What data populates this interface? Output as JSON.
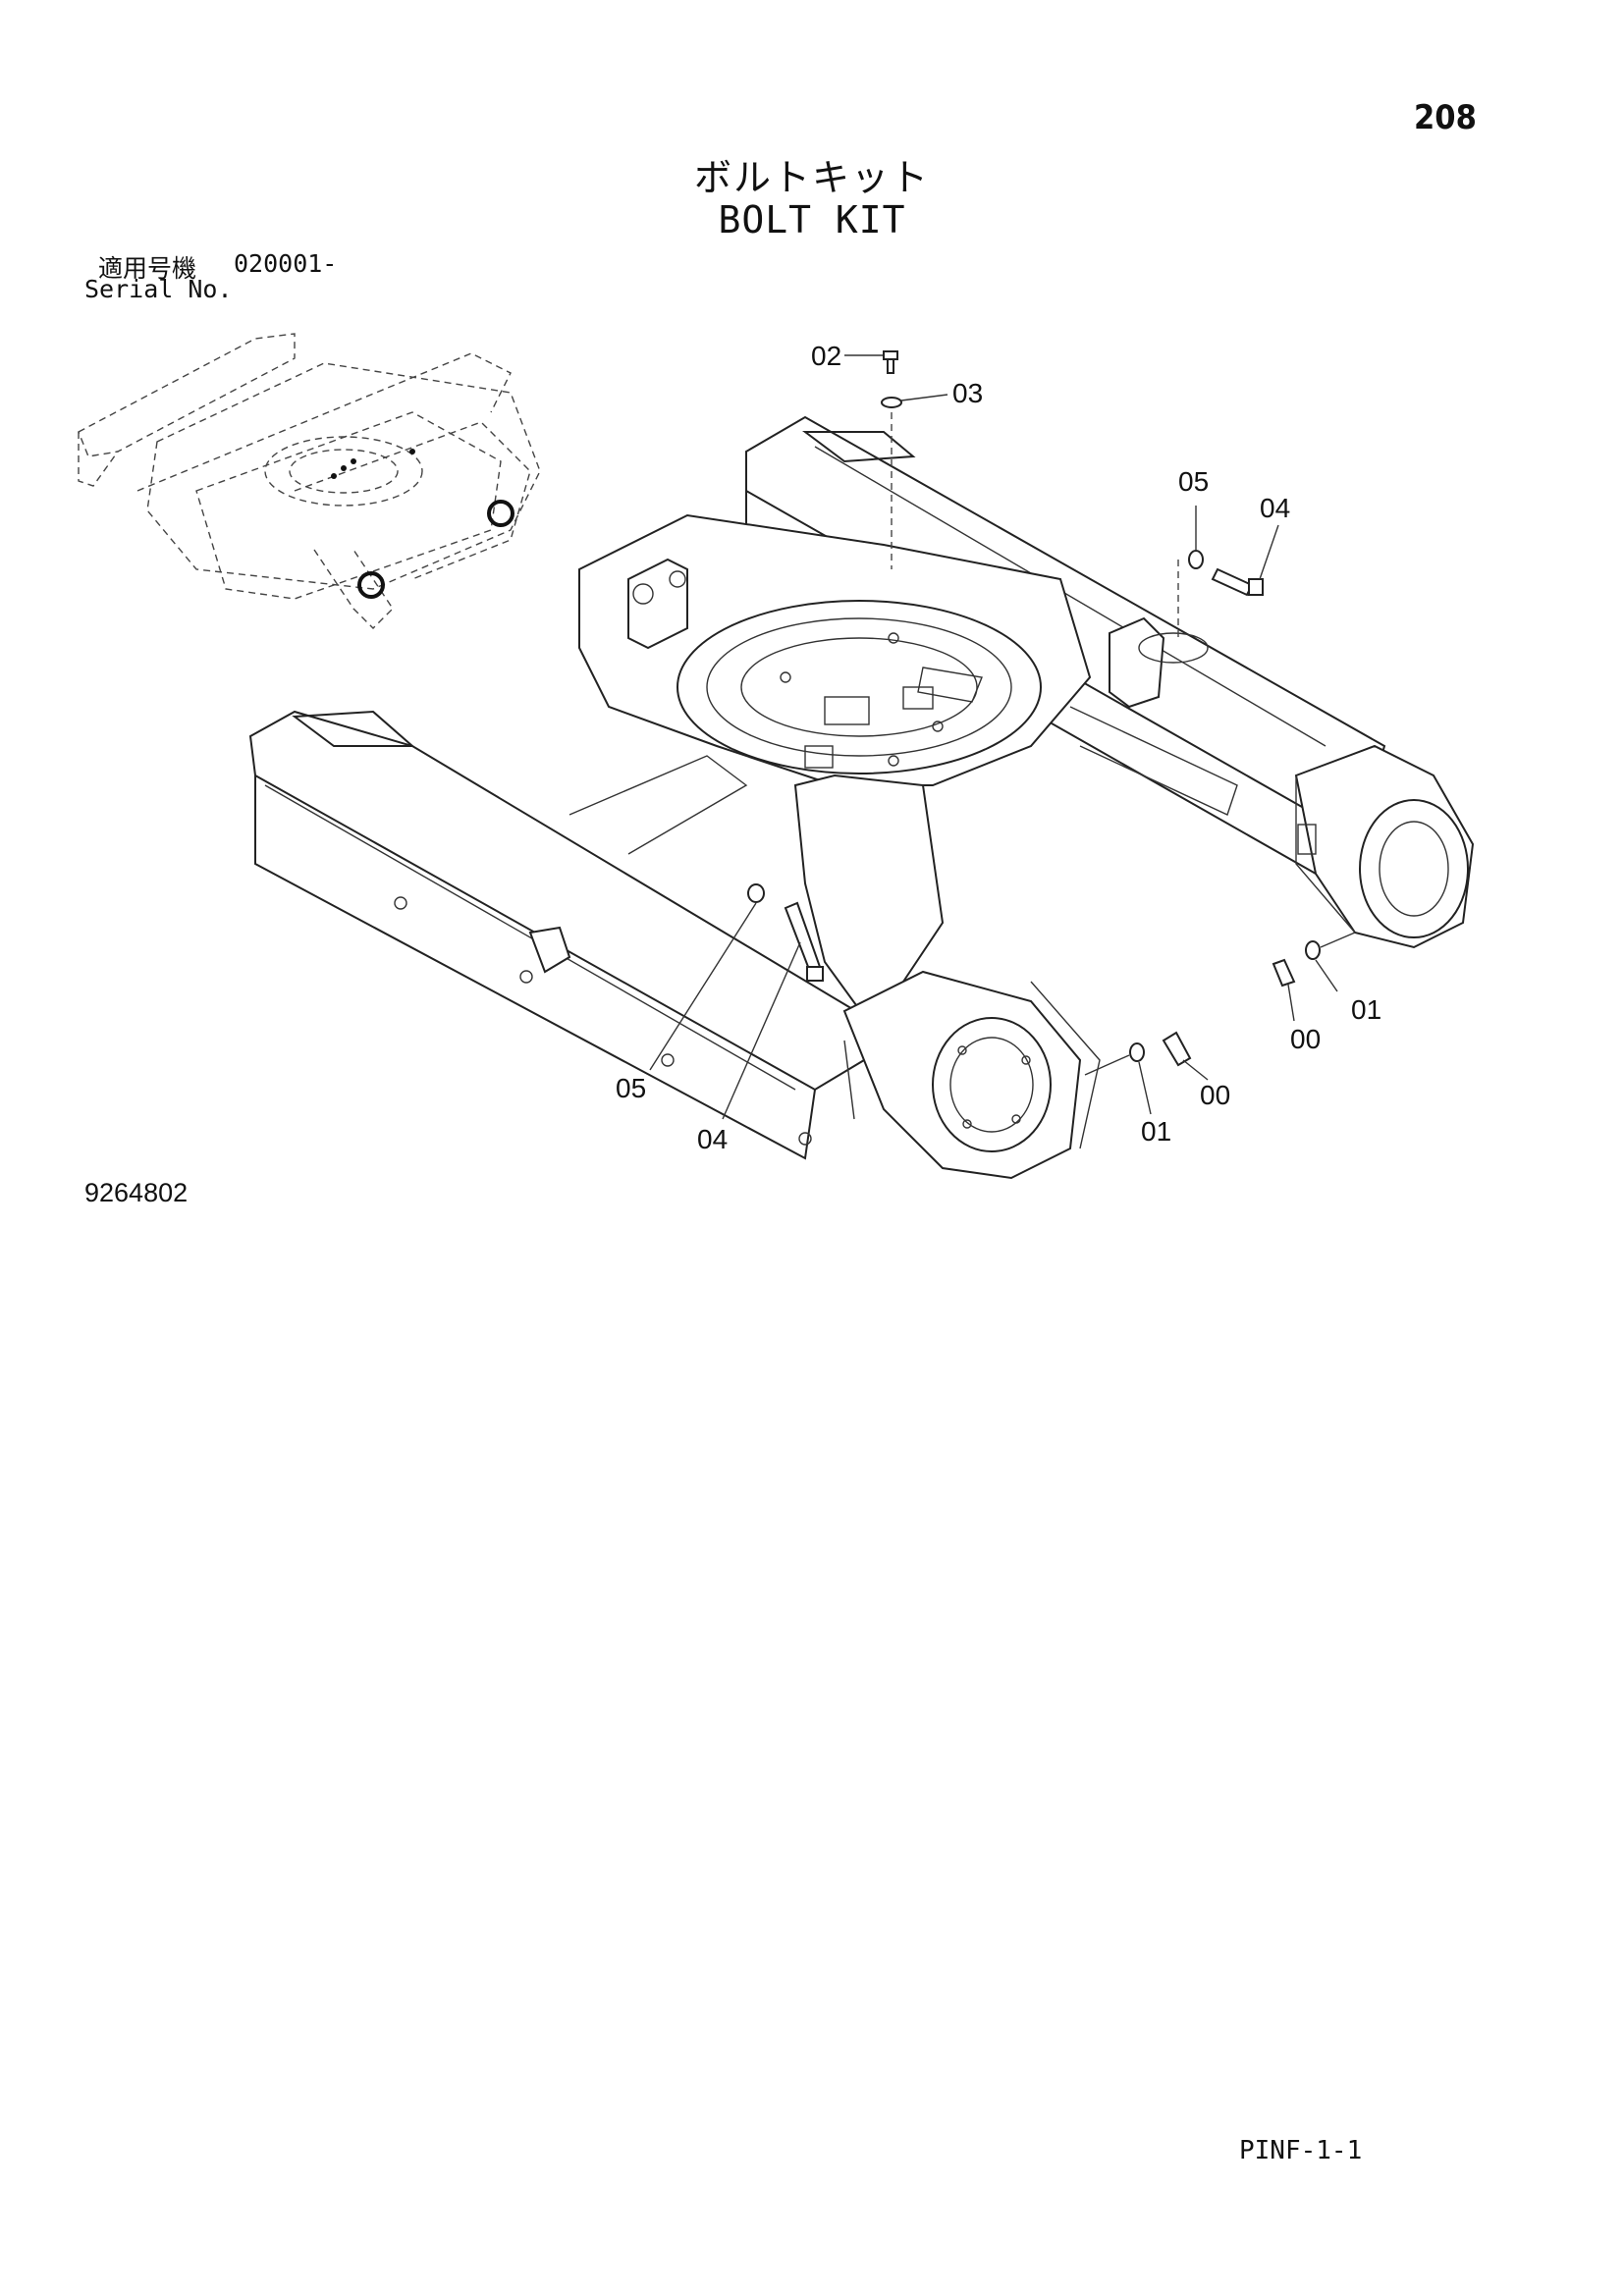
{
  "page_number": "208",
  "title_jp": "ボルトキット",
  "title_en": "BOLT KIT",
  "serial": {
    "label_jp": "適用号機",
    "value": "020001-",
    "label_en": "Serial No."
  },
  "callouts": {
    "c02": "02",
    "c03": "03",
    "c05_top": "05",
    "c04_top": "04",
    "c05_left": "05",
    "c04_left": "04",
    "c01_bottom": "01",
    "c00_bottom": "00",
    "c00_right": "00",
    "c01_right": "01"
  },
  "figure_id": "9264802",
  "footer_code": "PINF-1-1"
}
